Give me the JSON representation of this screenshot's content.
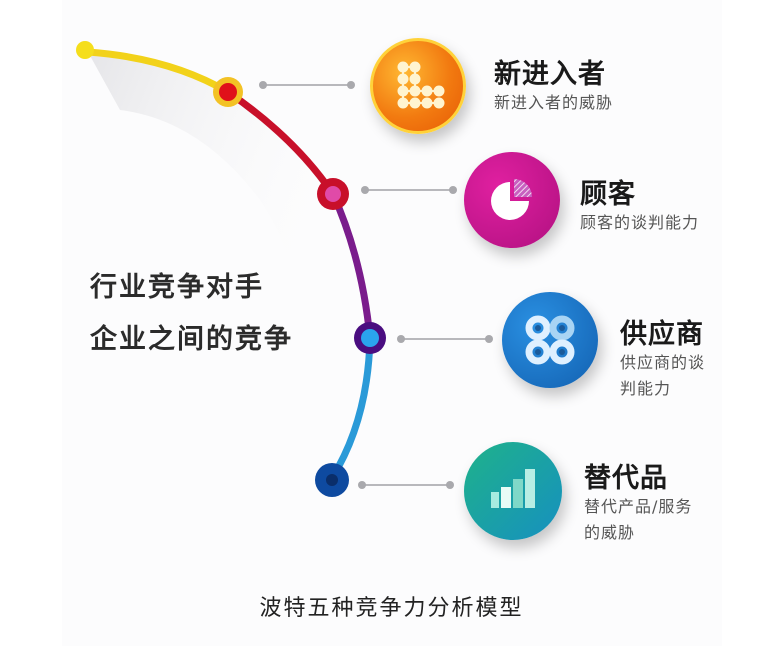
{
  "diagram": {
    "title": "波特五种竞争力分析模型",
    "center": {
      "line1": "行业竞争对手",
      "line2": "企业之间的竞争"
    },
    "forces": [
      {
        "title": "新进入者",
        "desc_lines": [
          "新进入者的威胁"
        ],
        "icon": "dot-grid-icon",
        "color": "#f07a10"
      },
      {
        "title": "顾客",
        "desc_lines": [
          "顾客的谈判能力"
        ],
        "icon": "pie-chart-icon",
        "color": "#c8148c"
      },
      {
        "title": "供应商",
        "desc_lines": [
          "供应商的谈",
          "判能力"
        ],
        "icon": "four-rings-icon",
        "color": "#1a78c8"
      },
      {
        "title": "替代品",
        "desc_lines": [
          "替代产品/服务",
          "的威胁"
        ],
        "icon": "bar-chart-icon",
        "color": "#17a59a"
      }
    ],
    "curve_colors": {
      "segment1": "#f2d21a",
      "segment2": "#d0102a",
      "segment3": "#7a1c8c",
      "segment4": "#2a9ad8",
      "end": "#0c3f8f"
    }
  }
}
